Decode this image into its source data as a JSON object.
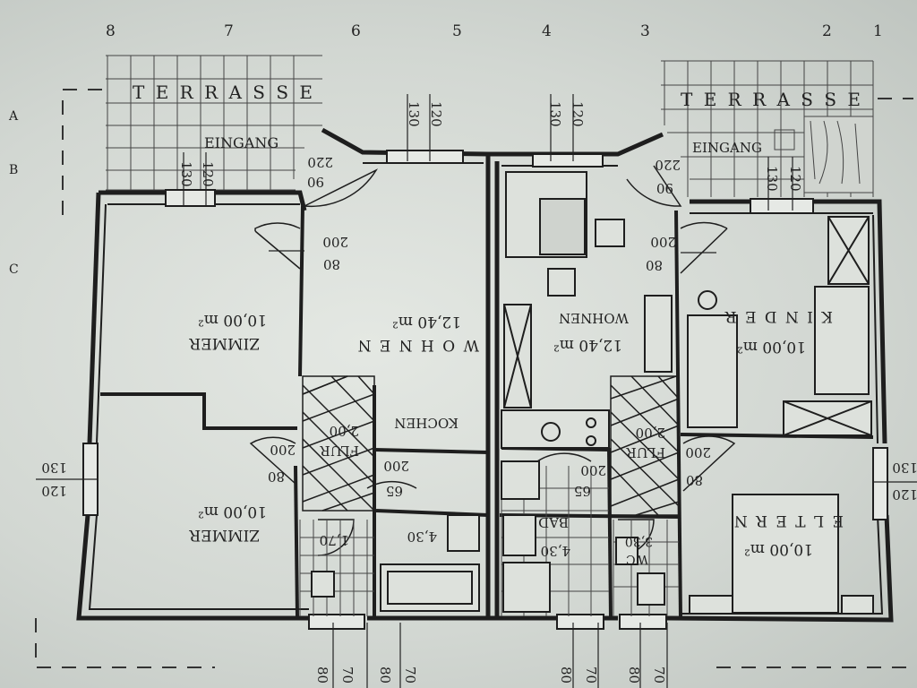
{
  "grid_top": [
    "8",
    "7",
    "6",
    "5",
    "4",
    "3",
    "2",
    "1"
  ],
  "grid_left": [
    "A",
    "B",
    "C"
  ],
  "terrace_left": "T E R R A S S E",
  "terrace_right": "T E R R A S S E",
  "entrance_left": "EINGANG",
  "entrance_right": "EINGANG",
  "rooms": {
    "zimmer_top": {
      "name": "ZIMMER",
      "area": "10,00 m²"
    },
    "zimmer_bottom": {
      "name": "ZIMMER",
      "area": "10,00 m²"
    },
    "wohnen_left": {
      "name": "W O H N E N",
      "area": "12,40 m²"
    },
    "kochen": {
      "name": "KOCHEN"
    },
    "flur_left": {
      "name": "FLUR",
      "area": "2,00"
    },
    "bad_left": {
      "area": "4,30"
    },
    "wc_left": {
      "area": "1,70"
    },
    "wohnen_right": {
      "name": "WOHNEN",
      "area": "12,40 m²"
    },
    "kinder": {
      "name": "K I N D E R",
      "area": "10,00 m²"
    },
    "eltern": {
      "name": "E L T E R N",
      "area": "10,00 m²"
    },
    "flur_right": {
      "name": "FLUR",
      "area": "2,00"
    },
    "bad_right": {
      "name": "BAD",
      "area": "4,30"
    },
    "wc_right": {
      "name": "WC",
      "area": "3,30"
    }
  },
  "dims": {
    "d130": "130",
    "d120": "120",
    "d200": "200",
    "d80": "80",
    "d90": "90",
    "d220": "220",
    "d65": "65",
    "d70": "70"
  }
}
